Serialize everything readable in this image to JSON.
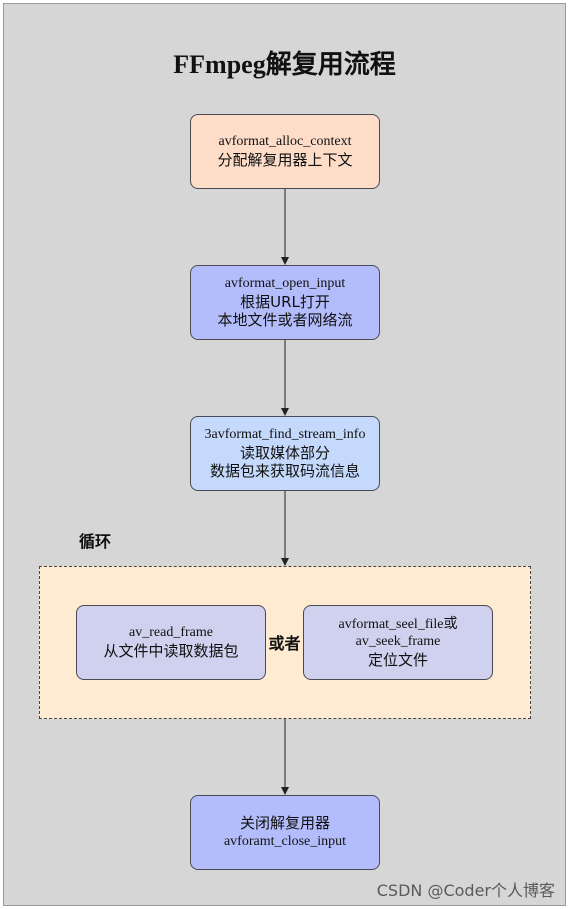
{
  "title": "FFmpeg解复用流程",
  "nodes": {
    "alloc_context": {
      "fn": "avformat_alloc_context",
      "desc": "分配解复用器上下文"
    },
    "open_input": {
      "fn": "avformat_open_input",
      "desc_1": "根据URL打开",
      "desc_2": "本地文件或者网络流"
    },
    "find_stream_info": {
      "fn": "3avformat_find_stream_info",
      "desc_1": "读取媒体部分",
      "desc_2": "数据包来获取码流信息"
    },
    "read_frame": {
      "fn": "av_read_frame",
      "desc": "从文件中读取数据包"
    },
    "seek": {
      "fn_1": "avformat_seel_file或",
      "fn_2": "av_seek_frame",
      "desc": "定位文件"
    },
    "close_input": {
      "desc": "关闭解复用器",
      "fn": "avforamt_close_input"
    }
  },
  "loop": {
    "label": "循环",
    "or_label": "或者"
  },
  "watermark": "CSDN @Coder个人博客",
  "colors": {
    "background": "#d6d6d6",
    "alloc_context": "#fddcc8",
    "open_input": "#b4bdfc",
    "find_stream_info": "#c4d9fb",
    "loop_nodes": "#cfd1ee",
    "loop_box": "#feebd1",
    "close_input": "#b4bdfc"
  }
}
